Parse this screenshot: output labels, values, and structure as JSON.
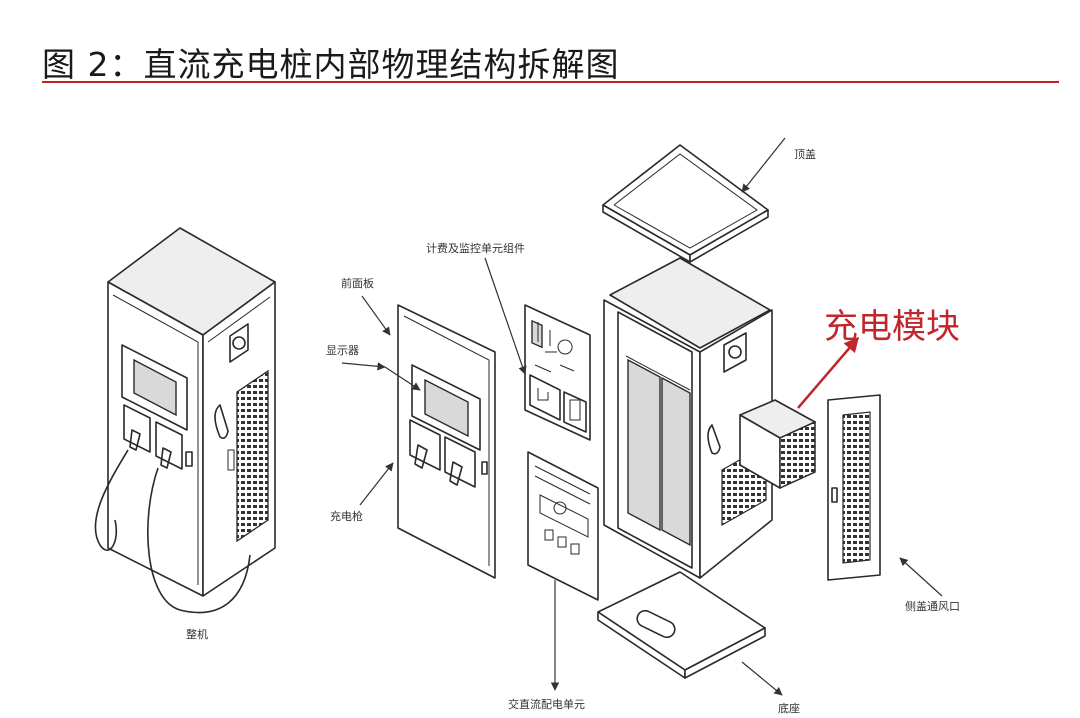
{
  "title": "图 2：直流充电桩内部物理结构拆解图",
  "colors": {
    "accent": "#c41e24",
    "highlight": "#c0262b"
  },
  "labels": {
    "top_cover": "顶盖",
    "control_unit": "计费及监控单元组件",
    "front_panel": "前面板",
    "display": "显示器",
    "charge_gun": "充电枪",
    "assembled": "整机",
    "charging_module": "充电模块",
    "side_vent": "侧盖通风口",
    "ac_dc_unit": "交直流配电单元",
    "base": "底座"
  }
}
